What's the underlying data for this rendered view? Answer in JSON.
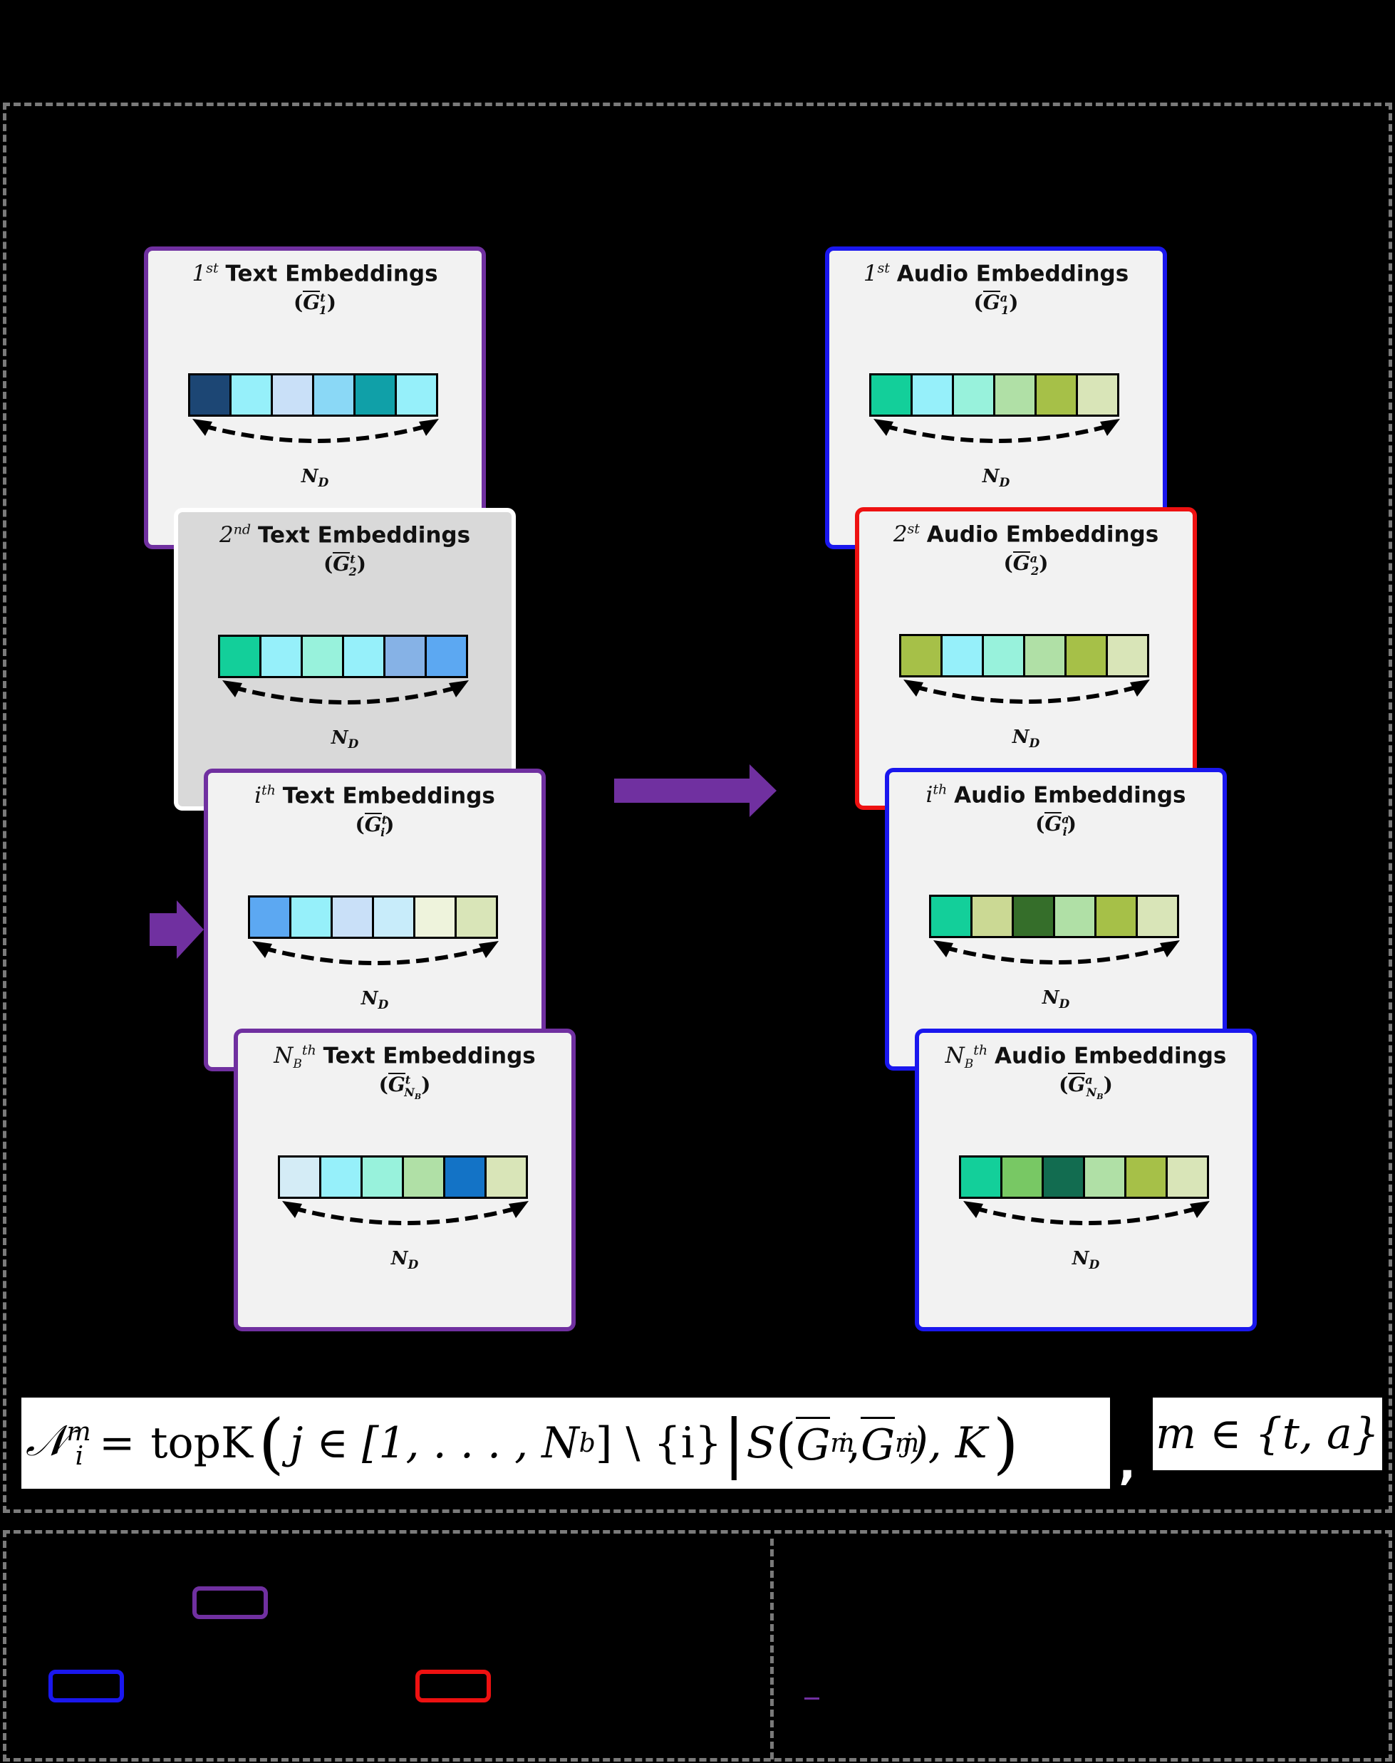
{
  "text_cards": [
    {
      "ordinal": "1",
      "suffix": "st",
      "label": "Text Embeddings",
      "symbol": "G",
      "sup": "t",
      "sub": "1",
      "nd": "N",
      "nd_sub": "D",
      "colors": [
        "#1c4674",
        "#96f0fa",
        "#c9e0f8",
        "#8ad8f6",
        "#10a0a8",
        "#96f0fa"
      ]
    },
    {
      "ordinal": "2",
      "suffix": "nd",
      "label": "Text Embeddings",
      "symbol": "G",
      "sup": "t",
      "sub": "2",
      "nd": "N",
      "nd_sub": "D",
      "colors": [
        "#13cf9a",
        "#96f0fa",
        "#98f2dc",
        "#96f0fa",
        "#86b2e6",
        "#5ca8f2"
      ]
    },
    {
      "ordinal": "i",
      "suffix": "th",
      "label": "Text Embeddings",
      "symbol": "G",
      "sup": "t",
      "sub": "i",
      "nd": "N",
      "nd_sub": "D",
      "colors": [
        "#5ca8f2",
        "#96f0fa",
        "#c9e0f8",
        "#c8ecfa",
        "#eef3dc",
        "#d9e5b8"
      ]
    },
    {
      "ordinal": "N",
      "ordinal_sub": "B",
      "suffix": "th",
      "label": "Text Embeddings",
      "symbol": "G",
      "sup": "t",
      "sub": "N",
      "sub_sub": "B",
      "nd": "N",
      "nd_sub": "D",
      "colors": [
        "#d4ecf6",
        "#96f0fa",
        "#98f2dc",
        "#b0e0a6",
        "#1373c6",
        "#d9e5b8"
      ]
    }
  ],
  "audio_cards": [
    {
      "ordinal": "1",
      "suffix": "st",
      "label": "Audio Embeddings",
      "symbol": "G",
      "sup": "a",
      "sub": "1",
      "nd": "N",
      "nd_sub": "D",
      "colors": [
        "#13cf9a",
        "#96f0fa",
        "#98f2dc",
        "#b0e0a6",
        "#a6c048",
        "#d9e5b8"
      ]
    },
    {
      "ordinal": "2",
      "suffix": "st",
      "label": "Audio Embeddings",
      "symbol": "G",
      "sup": "a",
      "sub": "2",
      "nd": "N",
      "nd_sub": "D",
      "colors": [
        "#a6c048",
        "#96f0fa",
        "#98f2dc",
        "#b0e0a6",
        "#a6c048",
        "#d9e5b8"
      ]
    },
    {
      "ordinal": "i",
      "suffix": "th",
      "label": "Audio Embeddings",
      "symbol": "G",
      "sup": "a",
      "sub": "i",
      "nd": "N",
      "nd_sub": "D",
      "colors": [
        "#13cf9a",
        "#cbd994",
        "#356e2a",
        "#b0e0a6",
        "#a6c048",
        "#d9e5b8"
      ]
    },
    {
      "ordinal": "N",
      "ordinal_sub": "B",
      "suffix": "th",
      "label": "Audio Embeddings",
      "symbol": "G",
      "sup": "a",
      "sub": "N",
      "sub_sub": "B",
      "nd": "N",
      "nd_sub": "D",
      "colors": [
        "#13cf9a",
        "#78c864",
        "#126c50",
        "#b0e0a6",
        "#a6c048",
        "#d9e5b8"
      ]
    }
  ],
  "formula": {
    "lhs_symbol": "𝒩",
    "lhs_sup": "m",
    "lhs_sub": "i",
    "equals": "=",
    "topk": "topK",
    "open": "(",
    "body_a": "j ∈ [1, . . . , N",
    "body_a_sub": "b",
    "body_b": "] \\ {i}",
    "bar": "|",
    "s": "S",
    "paren_open": "(",
    "g": "G",
    "g_i_sup": "m",
    "g_i_sub": "i",
    "sep": ",",
    "g_j_sup": "m",
    "g_j_sub": "j",
    "tail": "), K",
    "close": ")"
  },
  "comma": ",",
  "domain": "m ∈ {t, a}",
  "legend": {
    "purple_color": "#7030a0",
    "blue_color": "#1a17ee",
    "red_color": "#ee1111"
  },
  "colors": {
    "arrow": "#7030a0",
    "frame": "#7a7a7a",
    "card_bg": "#f2f2f2"
  }
}
